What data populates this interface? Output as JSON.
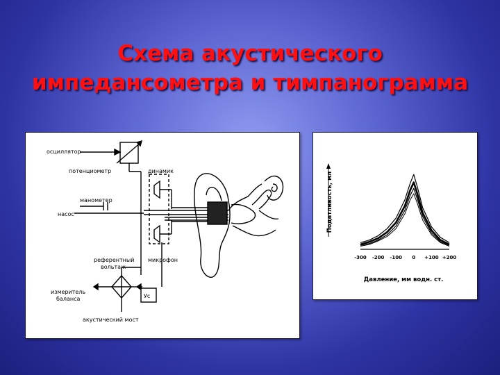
{
  "title": {
    "line1": "Схема акустического",
    "line2": "импедансометра и тимпанограмма"
  },
  "schematic": {
    "labels": {
      "oscillator": "осциллятор",
      "potentiometer": "потенциометр",
      "speaker": "динамик",
      "manometer": "манометер",
      "pump": "насос",
      "reference_voltage_1": "референтный",
      "reference_voltage_2": "вольтаж",
      "microphone": "микрофон",
      "balance_meter_1": "измеритель",
      "balance_meter_2": "баланса",
      "amplifier": "Ус",
      "acoustic_bridge": "акустический мост"
    }
  },
  "chart_data": {
    "type": "line",
    "xlabel": "Давление, мм водн. ст.",
    "ylabel": "Податливость, мл",
    "x_ticks": [
      -300,
      -200,
      -100,
      0,
      100,
      200
    ],
    "x_tick_labels": [
      "-300",
      "-200",
      "-100",
      "0",
      "+100",
      "+200"
    ],
    "xlim": [
      -300,
      200
    ],
    "ylim": [
      0,
      1
    ],
    "series": [
      {
        "x": [
          -300,
          -250,
          -200,
          -150,
          -100,
          -50,
          -20,
          0,
          20,
          50,
          100,
          150,
          200
        ],
        "values": [
          0.06,
          0.09,
          0.14,
          0.22,
          0.34,
          0.55,
          0.74,
          0.84,
          0.7,
          0.46,
          0.24,
          0.12,
          0.06
        ]
      },
      {
        "x": [
          -300,
          -250,
          -200,
          -150,
          -100,
          -50,
          -20,
          0,
          20,
          50,
          100,
          150,
          200
        ],
        "values": [
          0.04,
          0.07,
          0.11,
          0.18,
          0.29,
          0.48,
          0.66,
          0.75,
          0.62,
          0.4,
          0.2,
          0.09,
          0.04
        ]
      },
      {
        "x": [
          -300,
          -250,
          -200,
          -150,
          -100,
          -50,
          -20,
          0,
          20,
          50,
          100,
          150,
          200
        ],
        "values": [
          0.03,
          0.05,
          0.09,
          0.15,
          0.25,
          0.43,
          0.6,
          0.68,
          0.56,
          0.36,
          0.17,
          0.07,
          0.03
        ]
      },
      {
        "x": [
          -300,
          -250,
          -200,
          -150,
          -100,
          -50,
          -20,
          0,
          20,
          50,
          100,
          150,
          200
        ],
        "values": [
          0.02,
          0.04,
          0.08,
          0.13,
          0.22,
          0.39,
          0.55,
          0.62,
          0.51,
          0.32,
          0.15,
          0.06,
          0.02
        ]
      }
    ]
  }
}
